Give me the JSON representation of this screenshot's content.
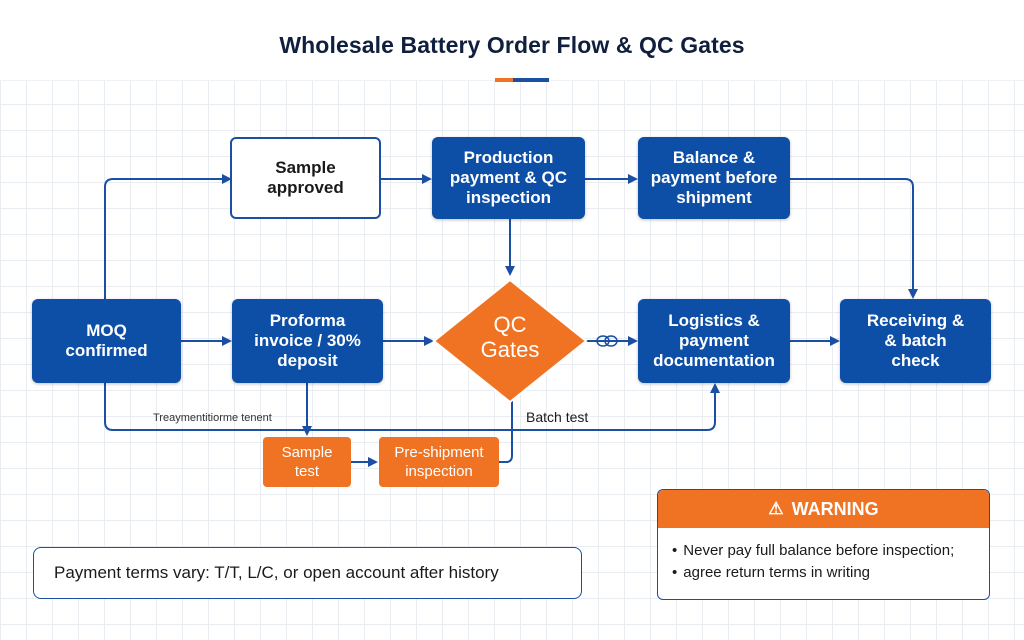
{
  "title": "Wholesale Battery Order Flow & QC Gates",
  "colors": {
    "primary_blue": "#0d4ea6",
    "accent_orange": "#ef7322",
    "connector": "#1b4fa3"
  },
  "nodes": {
    "moq": "MOQ\nconfirmed",
    "sample_approved": "Sample\napproved",
    "production": "Production\npayment & QC\ninspection",
    "balance": "Balance &\npayment before\nshipment",
    "proforma": "Proforma\ninvoice / 30%\ndeposit",
    "qc_gates": "QC\nGates",
    "logistics": "Logistics &\npayment\ndocumentation",
    "receiving": "Receiving &\n& batch\ncheck",
    "sample_test": "Sample\ntest",
    "preshipment": "Pre-shipment\ninspection"
  },
  "edge_labels": {
    "batch_test": "Batch test",
    "payment_note": "Treaymentitiorme tenent"
  },
  "notes": {
    "payment_terms": "Payment terms vary: T/T, L/C, or open account after history",
    "warning_title": "WARNING",
    "warning_icon": "warning-triangle-icon",
    "warning_items": [
      "Never pay full balance before inspection;",
      "agree return terms in writing"
    ]
  }
}
